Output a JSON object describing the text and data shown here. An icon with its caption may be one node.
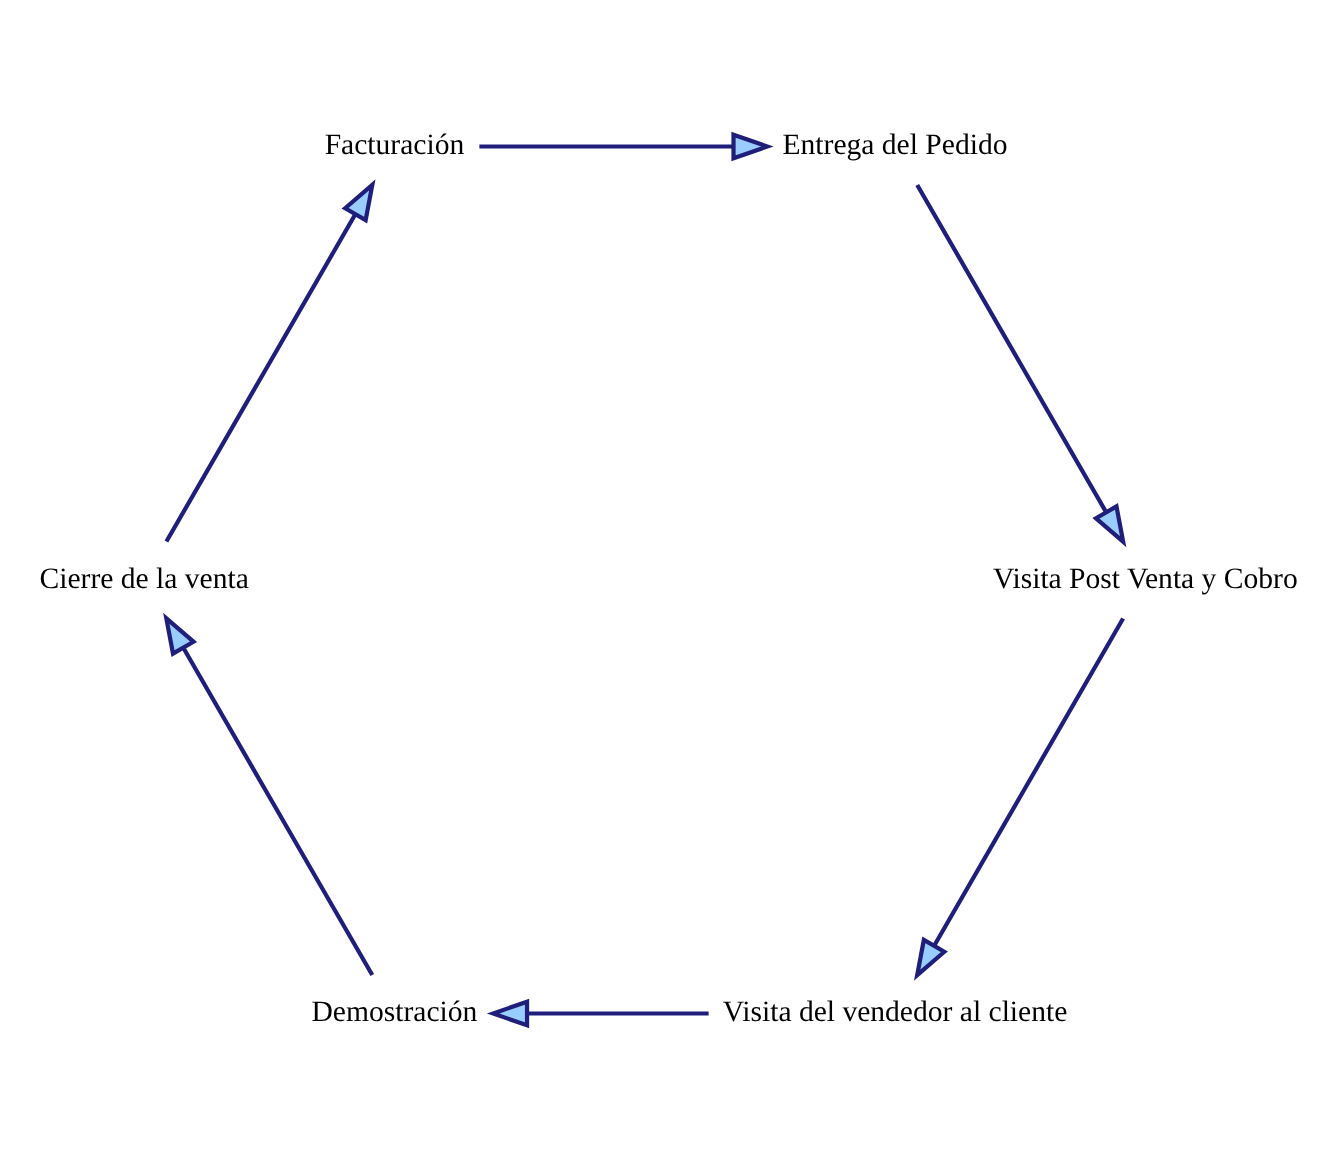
{
  "diagram": {
    "nodes": [
      {
        "text": [
          "Visita del vendedor al cliente"
        ]
      },
      {
        "text": [
          "Demostración"
        ]
      },
      {
        "text": [
          "Cierre de la venta"
        ]
      },
      {
        "text": [
          "Facturación"
        ]
      },
      {
        "text": [
          "Entrega del Pedido"
        ]
      },
      {
        "text": [
          "Visita Post Venta y Cobro"
        ]
      }
    ],
    "edges": [
      {
        "from": 0,
        "to": 1,
        "arrow": "to"
      },
      {
        "from": 1,
        "to": 2,
        "arrow": "to"
      },
      {
        "from": 2,
        "to": 3,
        "arrow": "to"
      },
      {
        "from": 3,
        "to": 4,
        "arrow": "to"
      },
      {
        "from": 4,
        "to": 5,
        "arrow": "to"
      },
      {
        "from": 5,
        "to": 0,
        "arrow": "to"
      }
    ]
  }
}
